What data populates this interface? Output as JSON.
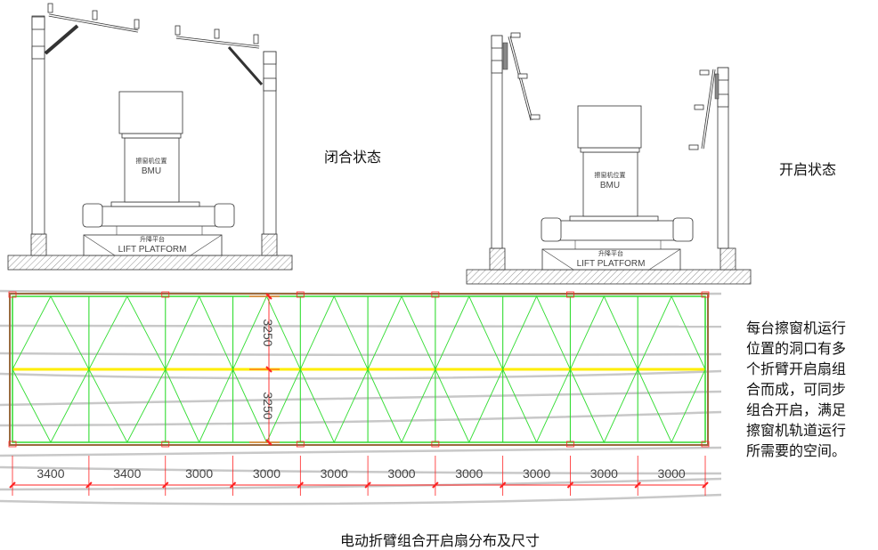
{
  "elevation": {
    "bmu_cn": "擦窗机位置",
    "bmu_en": "BMU",
    "lift_cn": "升降平台",
    "lift_en": "LIFT PLATFORM"
  },
  "captions": {
    "closed_state": "闭合状态",
    "open_state": "开启状态",
    "plan_title": "电动折臂组合开启扇分布及尺寸"
  },
  "note_lines": [
    "每台擦窗机运行",
    "位置的洞口有多",
    "个折臂开启扇组",
    "合而成，可同步",
    "组合开启，满足",
    "擦窗机轨道运行",
    "所需要的空间。"
  ],
  "plan": {
    "bay_widths": [
      "3400",
      "3400",
      "3000",
      "3000",
      "3000",
      "3000",
      "3000",
      "3000",
      "3000",
      "3000"
    ],
    "vertical_dims": [
      "3250",
      "3250"
    ],
    "colors": {
      "frame": "#9a6b3f",
      "grid": "#33dd33",
      "axis": "#ffee00",
      "dim": "#ff2222",
      "bg": "#c8c8c8"
    }
  }
}
